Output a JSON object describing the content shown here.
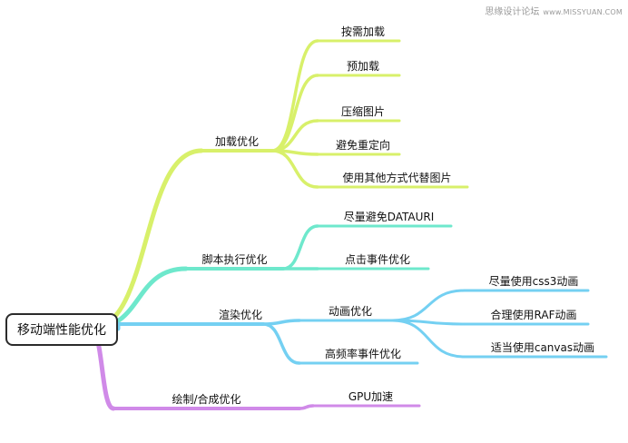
{
  "watermark": {
    "text": "思缘设计论坛",
    "site": "www.MISSYUAN.COM"
  },
  "root": {
    "label": "移动端性能优化"
  },
  "colors": {
    "load": "#d8f06a",
    "script": "#6ee8cc",
    "render": "#74d0f2",
    "paint": "#d08ae8"
  },
  "branches": [
    {
      "id": "load",
      "label": "加载优化",
      "children": [
        {
          "label": "按需加载"
        },
        {
          "label": "预加载"
        },
        {
          "label": "压缩图片"
        },
        {
          "label": "避免重定向"
        },
        {
          "label": "使用其他方式代替图片"
        }
      ]
    },
    {
      "id": "script",
      "label": "脚本执行优化",
      "children": [
        {
          "label": "尽量避免DATAURI"
        },
        {
          "label": "点击事件优化"
        }
      ]
    },
    {
      "id": "render",
      "label": "渲染优化",
      "children": [
        {
          "label": "动画优化",
          "children": [
            {
              "label": "尽量使用css3动画"
            },
            {
              "label": "合理使用RAF动画"
            },
            {
              "label": "适当使用canvas动画"
            }
          ]
        },
        {
          "label": "高频率事件优化"
        }
      ]
    },
    {
      "id": "paint",
      "label": "绘制/合成优化",
      "children": [
        {
          "label": "GPU加速"
        }
      ]
    }
  ]
}
